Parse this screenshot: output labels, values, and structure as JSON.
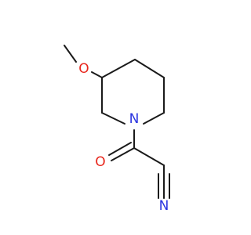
{
  "molecule": {
    "atoms": {
      "methoxy_oxygen": {
        "label": "O",
        "color": "#e8261c"
      },
      "ring_nitrogen": {
        "label": "N",
        "color": "#2b35e0"
      },
      "carbonyl_oxygen": {
        "label": "O",
        "color": "#e8261c"
      },
      "nitrile_nitrogen": {
        "label": "N",
        "color": "#2b35e0"
      }
    },
    "colors": {
      "carbon_bond": "#1a1a1a",
      "oxygen": "#e8261c",
      "nitrogen": "#2b35e0",
      "background": "#ffffff"
    }
  }
}
